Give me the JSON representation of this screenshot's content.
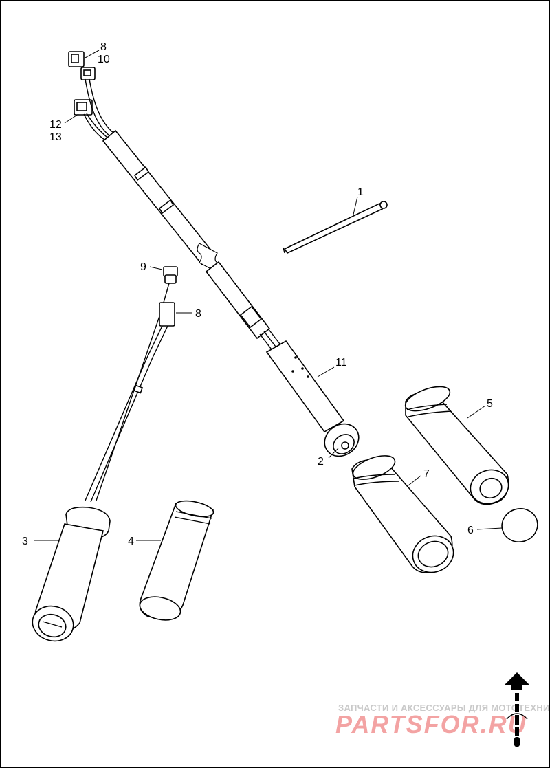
{
  "diagram": {
    "callouts": {
      "c1": "1",
      "c2": "2",
      "c3": "3",
      "c4": "4",
      "c5": "5",
      "c6": "6",
      "c7": "7",
      "c8_top": "8",
      "c10": "10",
      "c12": "12",
      "c13": "13",
      "c9": "9",
      "c8_mid": "8",
      "c11": "11"
    }
  },
  "watermark": {
    "caption": "ЗАПЧАСТИ И АКСЕССУАРЫ ДЛЯ МОТОТЕХНИКИ",
    "brand": "PARTSFOR.RU"
  },
  "icons": {
    "orientation": "front-arrow-icon"
  }
}
